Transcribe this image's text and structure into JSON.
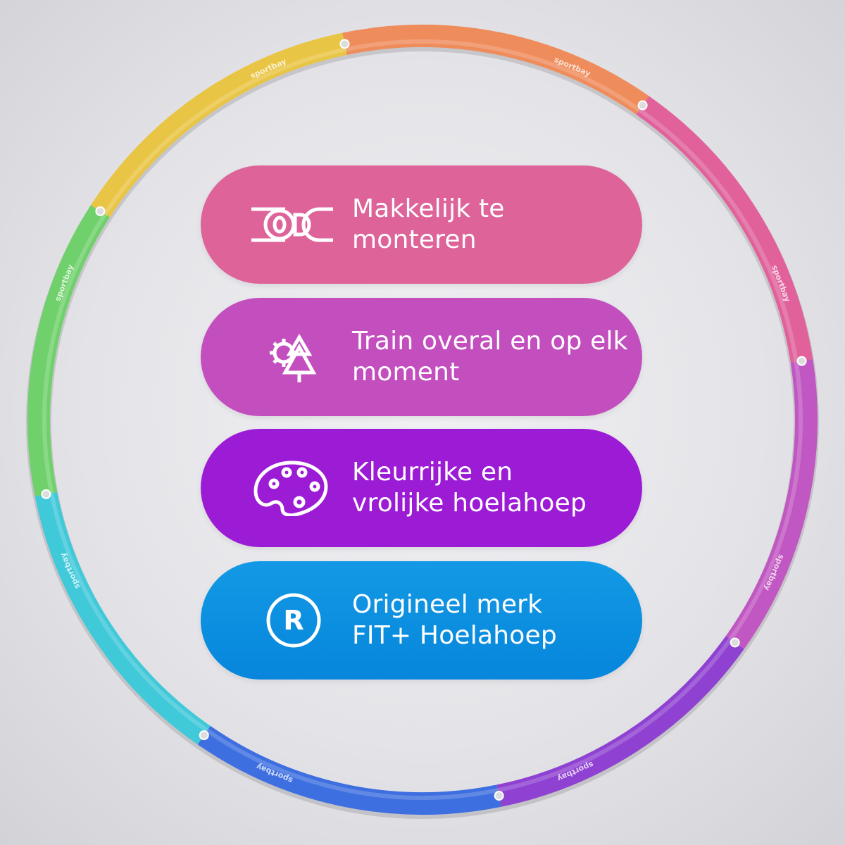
{
  "brand_logo": "sportbay",
  "hoop_colors": [
    "#ef8c5c",
    "#e1629b",
    "#c157c2",
    "#8f42d2",
    "#3e6fe0",
    "#40c9d9",
    "#70d16c",
    "#e9c545"
  ],
  "features": [
    {
      "line1": "Makkelijk te",
      "line2": "monteren",
      "icon": "connector-icon",
      "color": "#de6399"
    },
    {
      "line1": "Train overal en op elk",
      "line2": "moment",
      "icon": "sun-tree-icon",
      "color": "#c34fbf"
    },
    {
      "line1": "Kleurrijke en",
      "line2": "vrolijke hoelahoep",
      "icon": "palette-icon",
      "color": "#9c1bd5"
    },
    {
      "line1": "Origineel merk",
      "line2": "FIT+ Hoelahoep",
      "icon": "registered-icon",
      "color": "#0c90e0"
    }
  ]
}
